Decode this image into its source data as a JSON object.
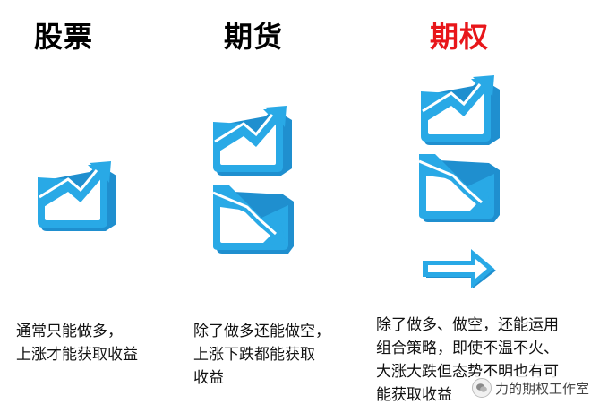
{
  "columns": [
    {
      "title": "股票",
      "title_color": "#000000",
      "description": [
        "通常只能做多，",
        "上涨才能获取收益"
      ]
    },
    {
      "title": "期货",
      "title_color": "#000000",
      "description": [
        "除了做多还能做空，",
        "上涨下跌都能获取",
        "收益"
      ]
    },
    {
      "title": "期权",
      "title_color": "#e8161a",
      "description": [
        "除了做多、做空，还能运用",
        "组合策略，即使不温不火、",
        "大涨大跌但态势不明也有可",
        "能获取收益"
      ]
    }
  ],
  "icons": {
    "up": "chart-up-icon",
    "down": "chart-down-icon",
    "sideways": "arrow-right-icon"
  },
  "colors": {
    "icon_fill": "#29a9e6",
    "icon_inner": "#ffffff",
    "accent": "#e8161a"
  },
  "watermark": "力的期权工作室"
}
